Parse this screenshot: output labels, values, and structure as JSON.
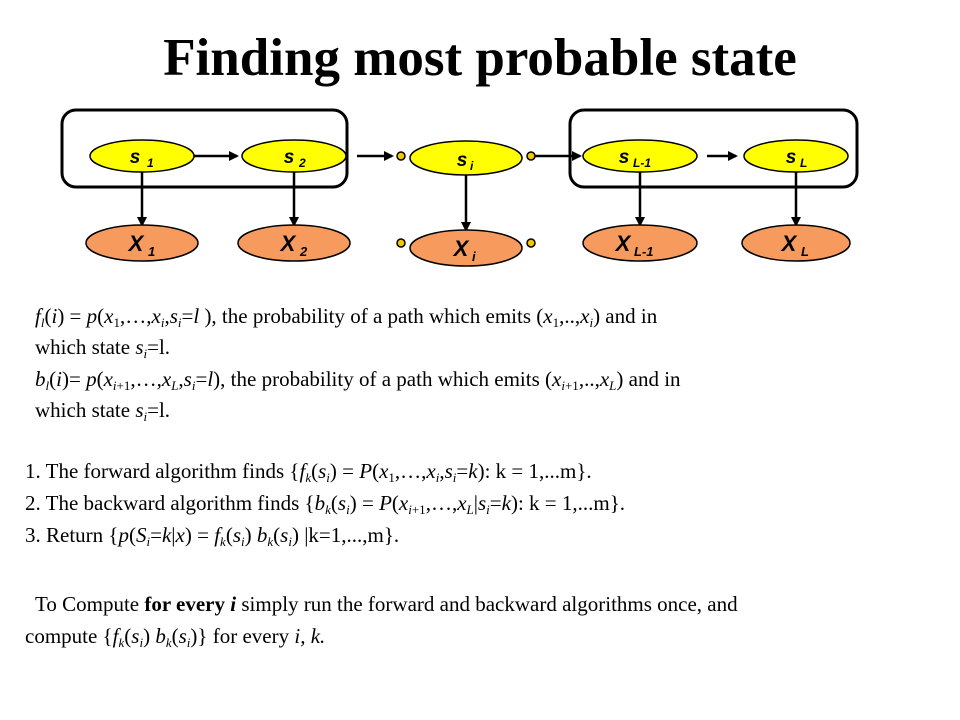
{
  "title": "Finding most probable state",
  "diagram": {
    "state_nodes": [
      {
        "label": "s",
        "sub": "1"
      },
      {
        "label": "s",
        "sub": "2"
      },
      {
        "label": "s",
        "sub": "i"
      },
      {
        "label": "s",
        "sub": "L-1"
      },
      {
        "label": "s",
        "sub": "L"
      }
    ],
    "emission_nodes": [
      {
        "label": "X",
        "sub": "1"
      },
      {
        "label": "X",
        "sub": "2"
      },
      {
        "label": "X",
        "sub": "i"
      },
      {
        "label": "X",
        "sub": "L-1"
      },
      {
        "label": "X",
        "sub": "L"
      }
    ],
    "colors": {
      "state_fill": "#ffff00",
      "emission_fill": "#f79a5e",
      "box_stroke": "#000000"
    }
  },
  "definitions": {
    "f_line1_rest": "), the probability of a path which emits (",
    "f_line1_end": ") and in",
    "line2": "which state ",
    "line2_end": "=l.",
    "b_line3_rest": "), the probability of a path which emits (",
    "b_line3_end": ") and in",
    "line4": "which state ",
    "line4_end": "=l."
  },
  "steps": {
    "s1_prefix": "1. The forward algorithm finds {",
    "s1_suffix": ": k = 1,...m}.",
    "s2_prefix": "2. The backward algorithm finds {",
    "s2_suffix": ": k = 1,...m}.",
    "s3_prefix": "3. Return {",
    "s3_suffix": " |k=1,...,m}."
  },
  "footer": {
    "line1_a": "To Compute ",
    "line1_bold": "for every ",
    "line1_bold_i": "i",
    "line1_b": " simply run the forward and backward algorithms once, and",
    "line2_a": "compute {",
    "line2_b": "} for every ",
    "line2_c": "i, k."
  }
}
